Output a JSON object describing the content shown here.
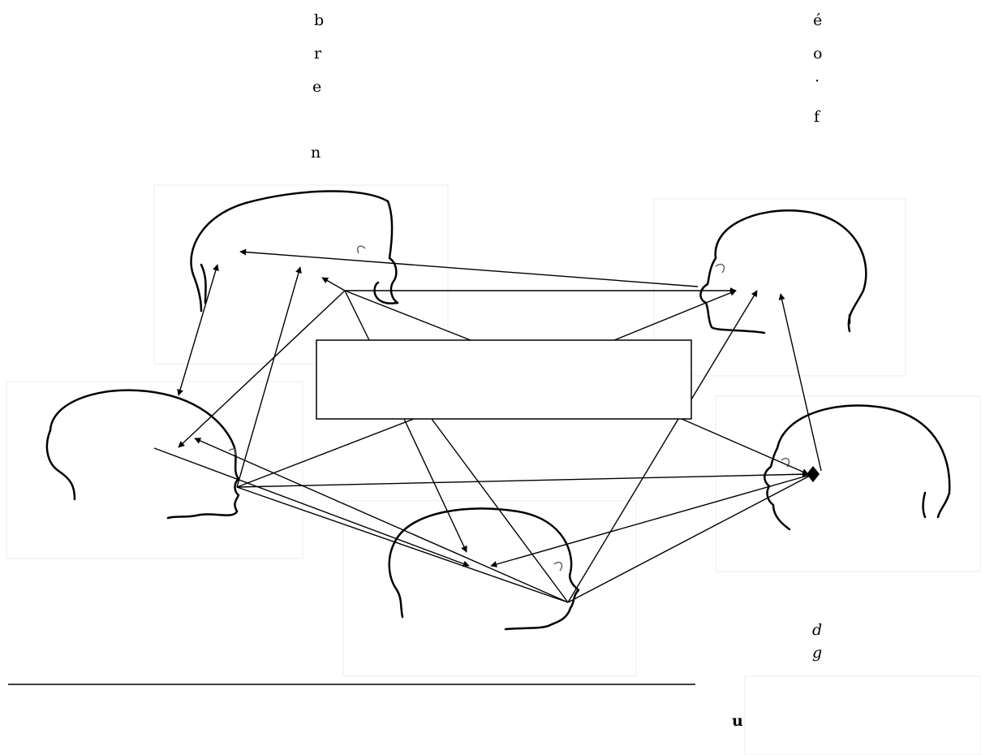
{
  "labels": {
    "left_column": [
      "b",
      "r",
      "e",
      "n"
    ],
    "right_column": [
      "é",
      "o",
      "·",
      "f"
    ],
    "right_lower": [
      "d",
      "g"
    ],
    "bottom_right": "u"
  },
  "heads": [
    "head-top-left",
    "head-top-right",
    "head-mid-left",
    "head-mid-right",
    "head-bottom-center"
  ],
  "center_box_text": "",
  "colors": {
    "ink": "#000000",
    "frame": "#ececec",
    "background": "#ffffff"
  }
}
